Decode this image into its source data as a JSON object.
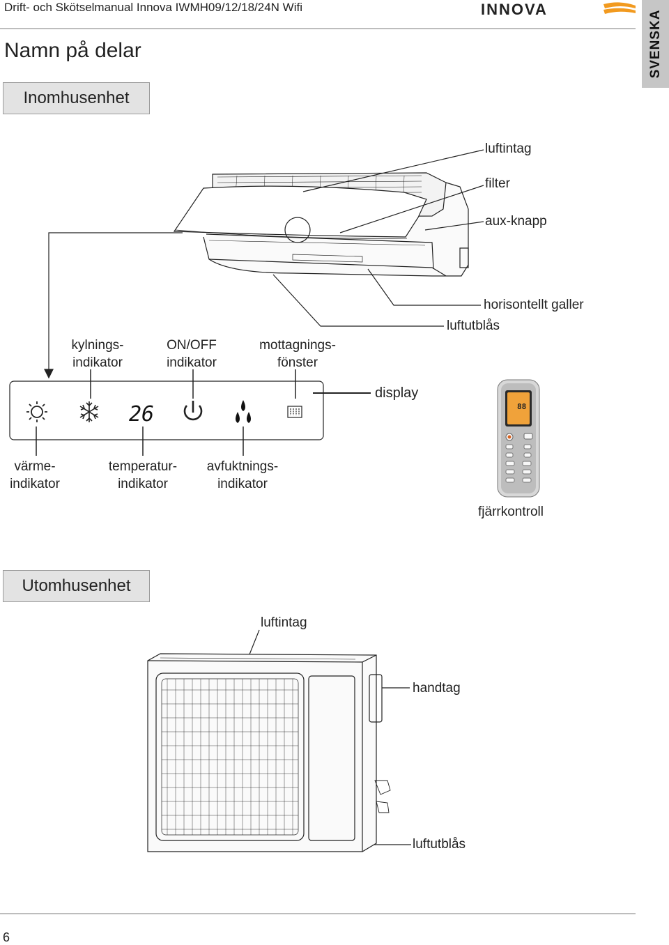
{
  "header": {
    "manual_title": "Drift- och Skötselmanual Innova IWMH09/12/18/24N Wifi",
    "brand": "INNOVA",
    "language_tab": "SVENSKA"
  },
  "page_heading": "Namn på delar",
  "indoor": {
    "section_label": "Inomhusenhet",
    "labels": {
      "air_intake": "luftintag",
      "filter": "filter",
      "aux_button": "aux-knapp",
      "horizontal_louver": "horisontellt galler",
      "air_outlet": "luftutblås",
      "cooling_line1": "kylnings-",
      "cooling_line2": "indikator",
      "onoff_line1": "ON/OFF",
      "onoff_line2": "indikator",
      "receiver_line1": "mottagnings-",
      "receiver_line2": "fönster",
      "display": "display",
      "heating_line1": "värme-",
      "heating_line2": "indikator",
      "temperature_line1": "temperatur-",
      "temperature_line2": "indikator",
      "dehumid_line1": "avfuktnings-",
      "dehumid_line2": "indikator",
      "remote": "fjärrkontroll"
    },
    "display_temperature": "26",
    "remote_display": "88"
  },
  "outdoor": {
    "section_label": "Utomhusenhet",
    "labels": {
      "air_intake": "luftintag",
      "handle": "handtag",
      "air_outlet": "luftutblås"
    }
  },
  "footer": {
    "page_number": "6"
  },
  "colors": {
    "logo_orange": "#f29a1f",
    "tab_gray": "#c6c6c6",
    "box_gray": "#e3e3e3",
    "remote_display": "#f0a23a"
  }
}
